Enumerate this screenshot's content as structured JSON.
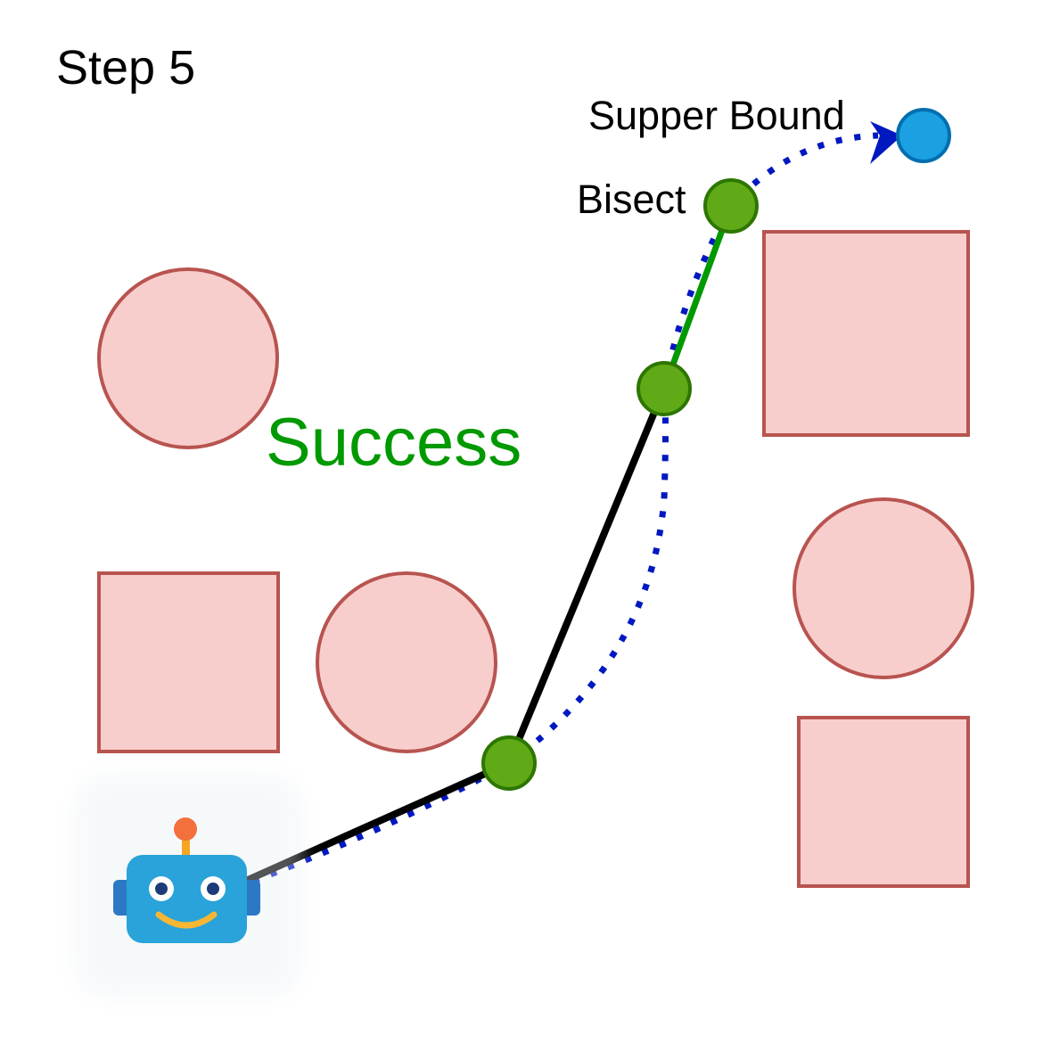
{
  "step_label": "Step 5",
  "status_label": "Success",
  "bisect_label": "Bisect",
  "upper_bound_label": "Supper Bound",
  "colors": {
    "obstacle_fill": "#f8cecc",
    "obstacle_stroke": "#b85450",
    "waypoint_fill": "#60a917",
    "waypoint_stroke": "#2d7600",
    "goal_fill": "#1ba1e2",
    "goal_stroke": "#006eaf",
    "dotted_path": "#0018c0",
    "executed_path": "#000000",
    "bisect_segment": "#009900",
    "success_text": "#009900",
    "text": "#000000",
    "robot_body": "#29a3d9",
    "robot_ears": "#2c78c4",
    "robot_antenna_tip": "#f36f3b",
    "robot_antenna_stem": "#f5a623",
    "robot_smile": "#f7b733",
    "robot_pupil": "#1d3b78"
  },
  "icons": [
    "robot-icon",
    "goal-node",
    "waypoint-node",
    "obstacle-circle",
    "obstacle-square",
    "arrowhead-icon"
  ]
}
